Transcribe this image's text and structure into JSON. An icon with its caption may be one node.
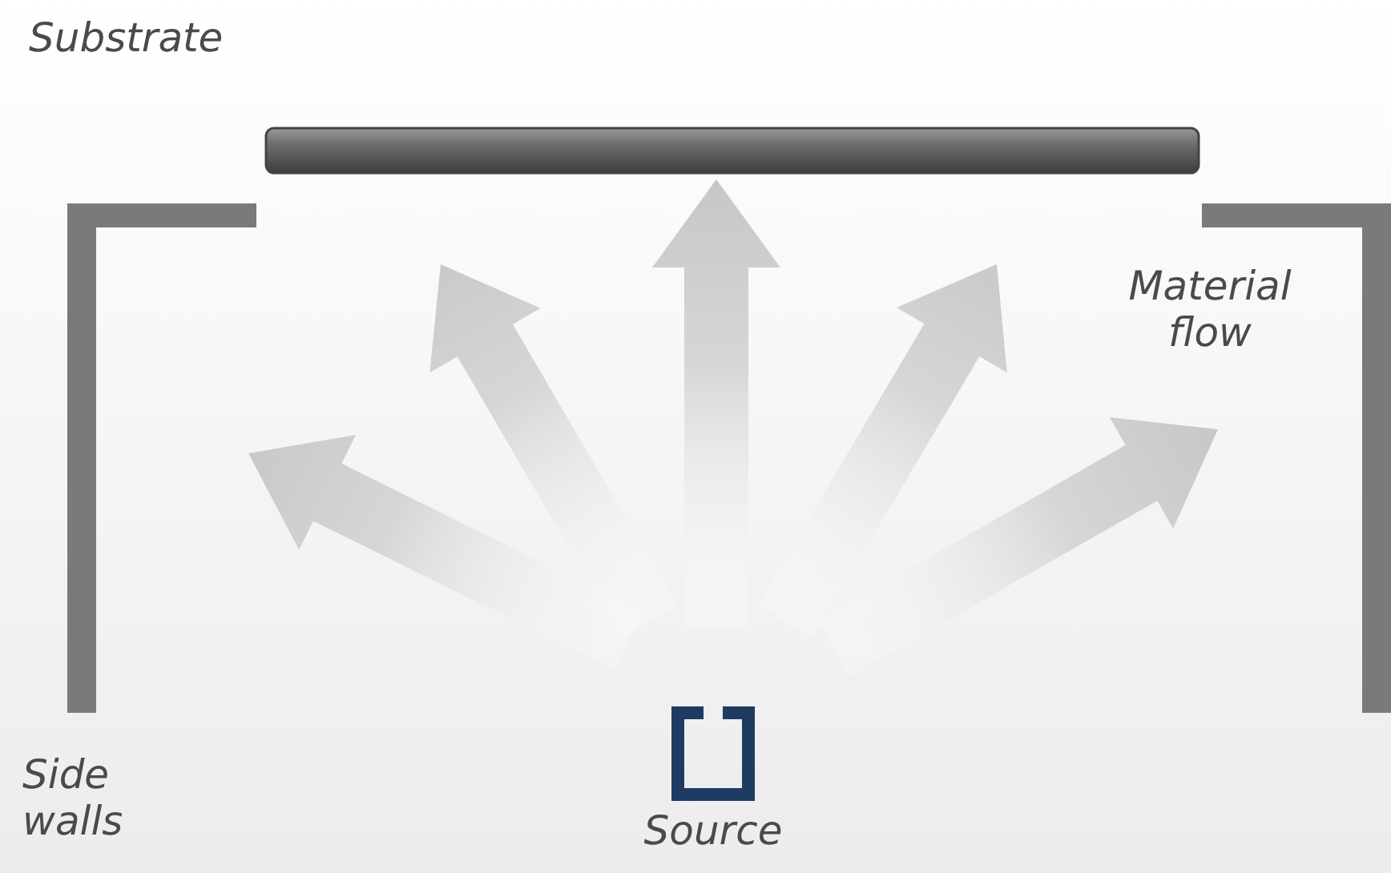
{
  "diagram": {
    "labels": [
      "Substrate",
      "Material flow",
      "Side walls",
      "Source"
    ]
  }
}
